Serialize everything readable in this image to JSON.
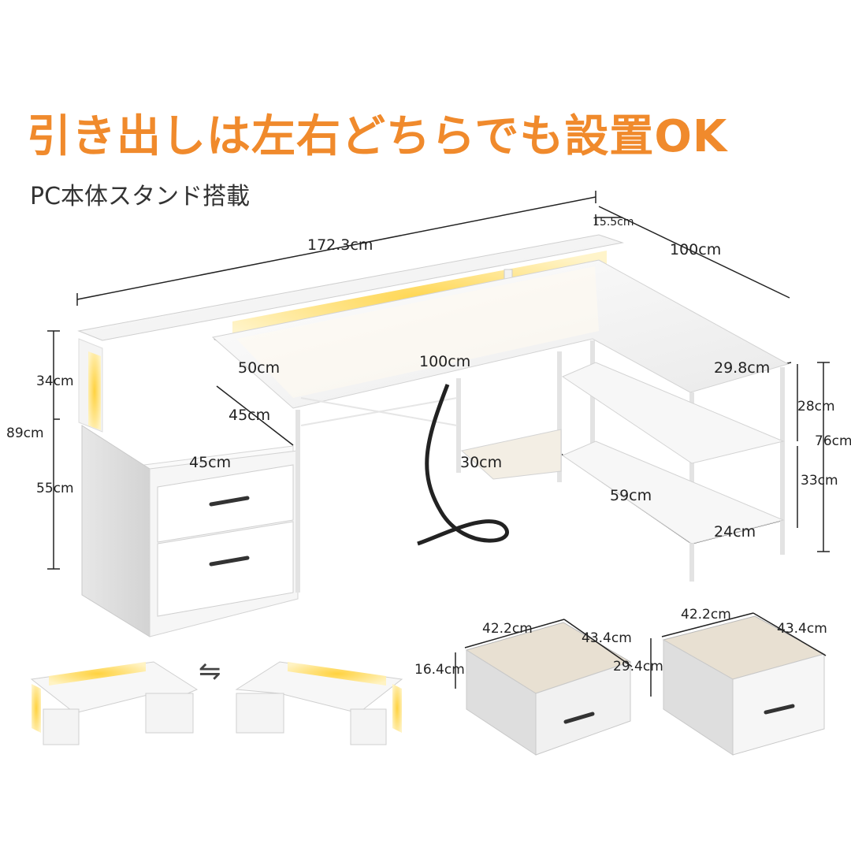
{
  "headline": "引き出しは左右どちらでも設置OK",
  "subhead": "PC本体スタンド搭載",
  "swap_symbol": "⇋",
  "dimensions": {
    "total_width": "172.3cm",
    "hutch_depth": "15.5cm",
    "side_length": "100cm",
    "total_height": "89cm",
    "hutch_height": "34cm",
    "desk_height": "55cm",
    "left_depth": "50cm",
    "main_width": "100cm",
    "stand_width": "45cm",
    "cabinet_width": "45cm",
    "shelf_depth": "29.8cm",
    "shelf_top_gap": "28cm",
    "shelf_total_height": "76cm",
    "shelf_bottom_gap": "33cm",
    "stand_depth": "30cm",
    "shelf_length": "59cm",
    "shelf_width": "24cm"
  },
  "drawers": {
    "small": {
      "width": "42.2cm",
      "depth": "43.4cm",
      "height": "16.4cm"
    },
    "large": {
      "width": "42.2cm",
      "depth": "43.4cm",
      "height": "29.4cm"
    }
  },
  "colors": {
    "accent": "#f08a2c",
    "led": "#ffc83a",
    "frame": "#f2f2f2",
    "line": "#222222"
  }
}
